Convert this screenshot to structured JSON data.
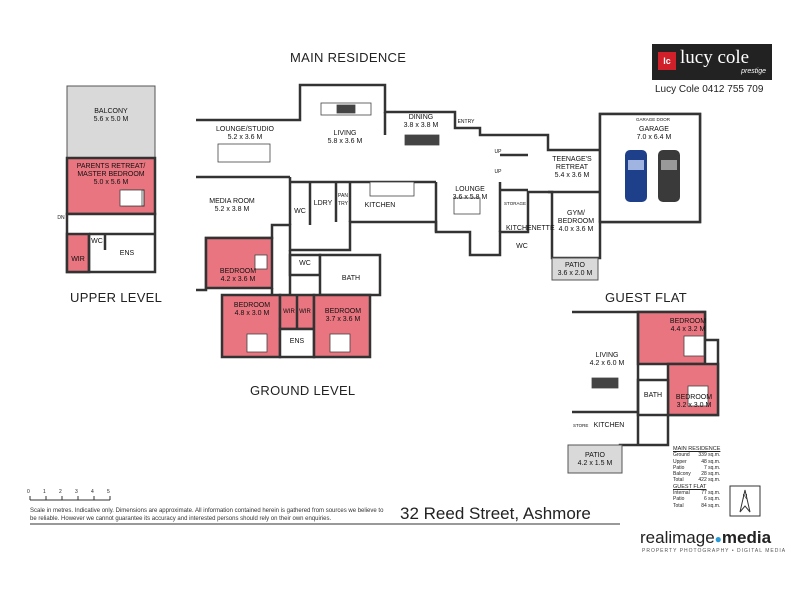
{
  "headings": {
    "main_residence": "MAIN RESIDENCE",
    "upper_level": "UPPER LEVEL",
    "ground_level": "GROUND LEVEL",
    "guest_flat": "GUEST FLAT"
  },
  "branding": {
    "logo_mark": "lc",
    "logo_name": "lucy cole",
    "logo_tag": "prestige",
    "agent": "Lucy Cole   0412 755 709",
    "studio": "realimage",
    "studio2": "media",
    "studio_sub": "PROPERTY PHOTOGRAPHY • DIGITAL MEDIA"
  },
  "address": "32 Reed Street, Ashmore",
  "disclaimer": "Scale in metres. Indicative only. Dimensions are approximate. All information contained herein is gathered from sources we believe to be reliable. However we cannot guarantee its accuracy and interested persons should rely on their own enquiries.",
  "rooms": {
    "balcony": {
      "name": "BALCONY",
      "dim": "5.6 x 5.0 M"
    },
    "parents_retreat": {
      "name": "PARENTS RETREAT/ MASTER BEDROOM",
      "dim": "5.0 x 5.6 M"
    },
    "upper_wc": {
      "name": "WC"
    },
    "upper_wir": {
      "name": "WIR"
    },
    "upper_ens": {
      "name": "ENS"
    },
    "upper_dn": {
      "name": "DN"
    },
    "lounge_studio": {
      "name": "LOUNGE/STUDIO",
      "dim": "5.2 x 3.6 M"
    },
    "living": {
      "name": "LIVING",
      "dim": "5.8 x 3.6 M"
    },
    "dining": {
      "name": "DINING",
      "dim": "3.8 x 3.8 M"
    },
    "entry": {
      "name": "ENTRY"
    },
    "media_room": {
      "name": "MEDIA ROOM",
      "dim": "5.2 x 3.8 M"
    },
    "wc1": {
      "name": "WC"
    },
    "ldry": {
      "name": "LDRY"
    },
    "pantry": {
      "name": "PANTRY"
    },
    "kitchen": {
      "name": "KITCHEN"
    },
    "lounge": {
      "name": "LOUNGE",
      "dim": "3.6 x 5.8 M"
    },
    "storage": {
      "name": "STORAGE"
    },
    "kitchenette": {
      "name": "KITCHENETTE"
    },
    "wc_kitchenette": {
      "name": "WC"
    },
    "teenage_retreat": {
      "name": "TEENAGE'S RETREAT",
      "dim": "5.4 x 3.6 M"
    },
    "gym_bedroom": {
      "name": "GYM/ BEDROOM",
      "dim": "4.0 x 3.6 M"
    },
    "patio_main": {
      "name": "PATIO",
      "dim": "3.6 x 2.0 M"
    },
    "garage": {
      "name": "GARAGE",
      "dim": "7.0 x 6.4 M"
    },
    "garage_door": {
      "name": "GARAGE DOOR"
    },
    "bedroom_a": {
      "name": "BEDROOM",
      "dim": "4.2 x 3.6 M"
    },
    "wc2": {
      "name": "WC"
    },
    "bath_main": {
      "name": "BATH"
    },
    "bedroom_b": {
      "name": "BEDROOM",
      "dim": "4.8 x 3.0 M"
    },
    "wir1": {
      "name": "WIR"
    },
    "wir2": {
      "name": "WIR"
    },
    "ens_main": {
      "name": "ENS"
    },
    "bedroom_c": {
      "name": "BEDROOM",
      "dim": "3.7 x 3.6 M"
    },
    "up1": {
      "name": "UP"
    },
    "up2": {
      "name": "UP"
    },
    "flat_living": {
      "name": "LIVING",
      "dim": "4.2 x 6.0 M"
    },
    "flat_kitchen": {
      "name": "KITCHEN"
    },
    "flat_bath": {
      "name": "BATH"
    },
    "flat_bedroom1": {
      "name": "BEDROOM",
      "dim": "4.4 x 3.2 M"
    },
    "flat_bedroom2": {
      "name": "BEDROOM",
      "dim": "3.2 x 3.0 M"
    },
    "flat_patio": {
      "name": "PATIO",
      "dim": "4.2 x 1.5 M"
    },
    "flat_store": {
      "name": "STORE"
    }
  },
  "areas": {
    "main_heading": "MAIN RESIDENCE",
    "main": [
      {
        "label": "Ground",
        "value": "339 sq.m."
      },
      {
        "label": "Upper",
        "value": "48 sq.m."
      },
      {
        "label": "Patio",
        "value": "7 sq.m."
      },
      {
        "label": "Balcony",
        "value": "28 sq.m."
      },
      {
        "label": "Total",
        "value": "422 sq.m."
      }
    ],
    "flat_heading": "GUEST FLAT",
    "flat": [
      {
        "label": "Internal",
        "value": "77 sq.m."
      },
      {
        "label": "Patio",
        "value": "6 sq.m."
      },
      {
        "label": "Total",
        "value": "84 sq.m."
      }
    ]
  },
  "scale_labels": [
    "0",
    "1",
    "2",
    "3",
    "4",
    "5"
  ]
}
